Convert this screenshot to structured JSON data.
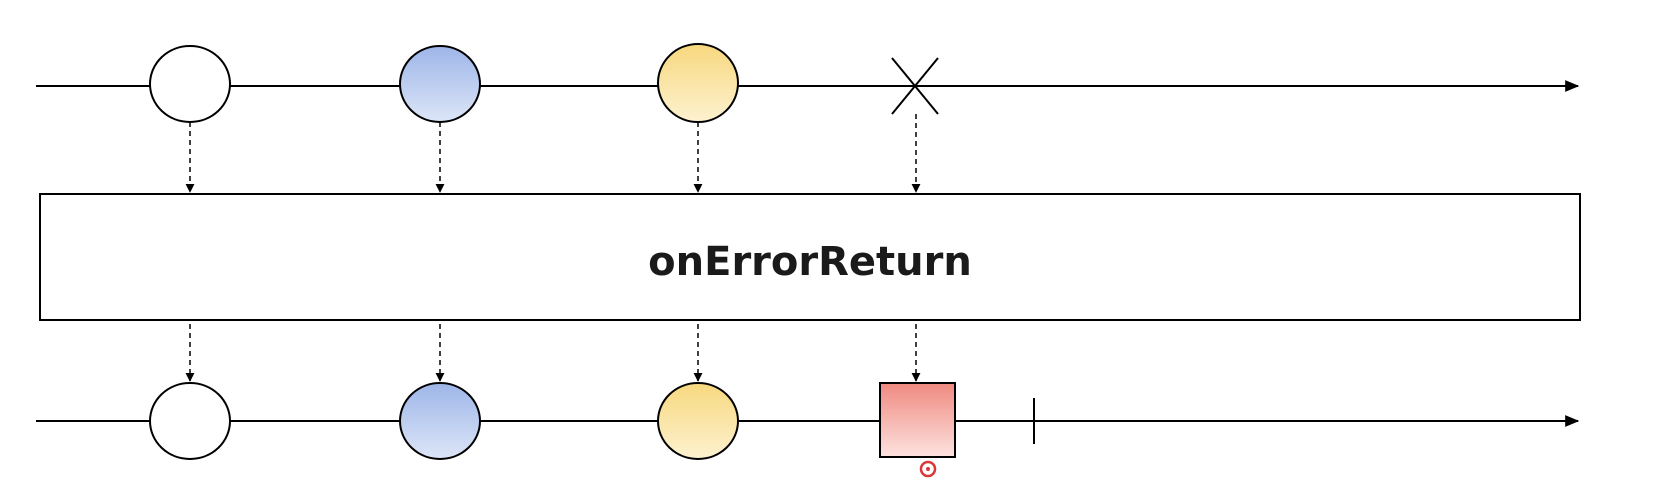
{
  "operator": {
    "name": "onErrorReturn"
  },
  "source": {
    "items": [
      {
        "shape": "circle",
        "color": "white-fill"
      },
      {
        "shape": "circle",
        "color": "blue-fill"
      },
      {
        "shape": "circle",
        "color": "yellow-fill"
      },
      {
        "shape": "error-x"
      }
    ]
  },
  "result": {
    "items": [
      {
        "shape": "circle",
        "color": "white-fill"
      },
      {
        "shape": "circle",
        "color": "blue-fill"
      },
      {
        "shape": "circle",
        "color": "yellow-fill"
      },
      {
        "shape": "square",
        "color": "red-fill"
      },
      {
        "shape": "completion-bar"
      }
    ]
  },
  "colors": {
    "stroke": "#000000",
    "white": "#ffffff",
    "blue_top": "#9db5e8",
    "blue_bottom": "#dde6f8",
    "yellow_top": "#f7d87e",
    "yellow_bottom": "#fdf2d0",
    "red_top": "#ef8a80",
    "red_bottom": "#fde2df",
    "cursor": "#d93636"
  }
}
